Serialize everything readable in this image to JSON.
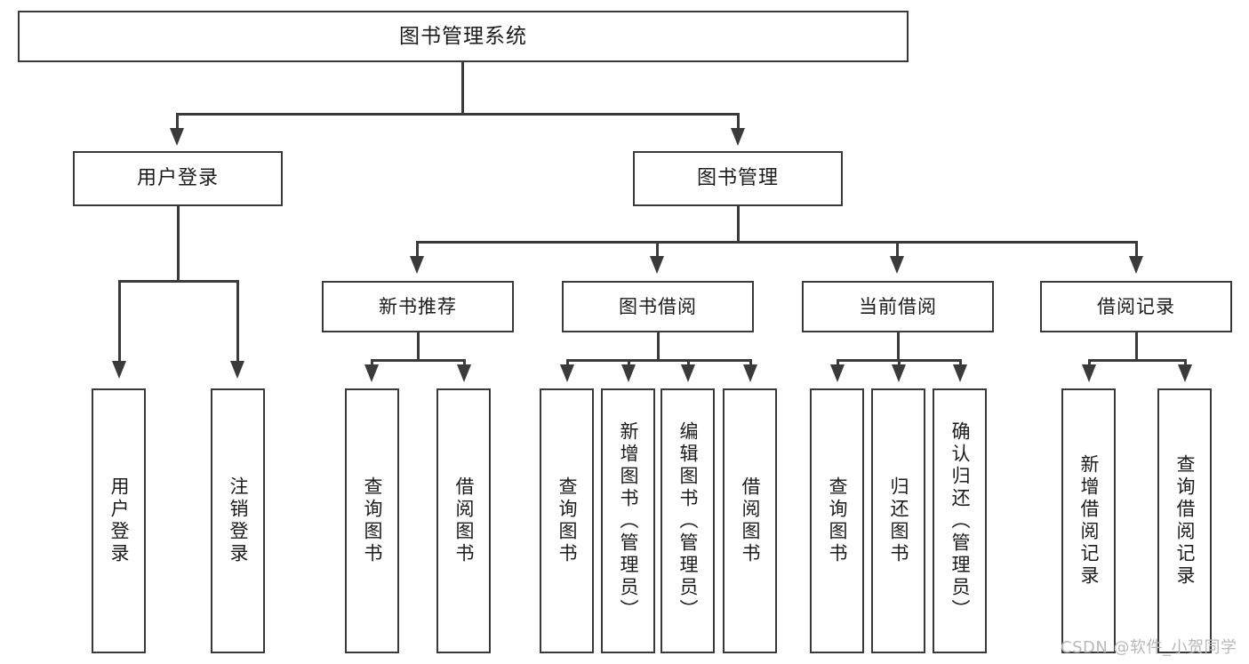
{
  "diagram": {
    "title": "图书管理系统",
    "type": "tree-hierarchy-chart",
    "colors": {
      "stroke": "#3a3a3a",
      "fill": "#ffffff",
      "text": "#1b1b1b",
      "watermark": "#b9b9b9"
    },
    "root": {
      "id": "root",
      "label": "图书管理系统"
    },
    "level2": [
      {
        "id": "user-login",
        "label": "用户登录"
      },
      {
        "id": "book-management",
        "label": "图书管理"
      }
    ],
    "level3": [
      {
        "id": "new-book-recommend",
        "label": "新书推荐"
      },
      {
        "id": "book-borrow",
        "label": "图书借阅"
      },
      {
        "id": "current-borrow",
        "label": "当前借阅"
      },
      {
        "id": "borrow-record",
        "label": "借阅记录"
      }
    ],
    "leaves": {
      "user_login": [
        {
          "id": "leaf-user-login",
          "label": "用户登录"
        },
        {
          "id": "leaf-logout-login",
          "label": "注销登录"
        }
      ],
      "new_book_recommend": [
        {
          "id": "leaf-query-book-1",
          "label": "查询图书"
        },
        {
          "id": "leaf-borrow-book-1",
          "label": "借阅图书"
        }
      ],
      "book_borrow": [
        {
          "id": "leaf-query-book-2",
          "label": "查询图书"
        },
        {
          "id": "leaf-add-book",
          "label": "新增图书（管理员）"
        },
        {
          "id": "leaf-edit-book",
          "label": "编辑图书（管理员）"
        },
        {
          "id": "leaf-borrow-book-2",
          "label": "借阅图书"
        }
      ],
      "current_borrow": [
        {
          "id": "leaf-query-book-3",
          "label": "查询图书"
        },
        {
          "id": "leaf-return-book",
          "label": "归还图书"
        },
        {
          "id": "leaf-confirm-return",
          "label": "确认归还（管理员）"
        }
      ],
      "borrow_record": [
        {
          "id": "leaf-add-record",
          "label": "新增借阅记录"
        },
        {
          "id": "leaf-query-record",
          "label": "查询借阅记录"
        }
      ]
    }
  },
  "watermark": {
    "text": "CSDN @软件_小贺同学"
  }
}
